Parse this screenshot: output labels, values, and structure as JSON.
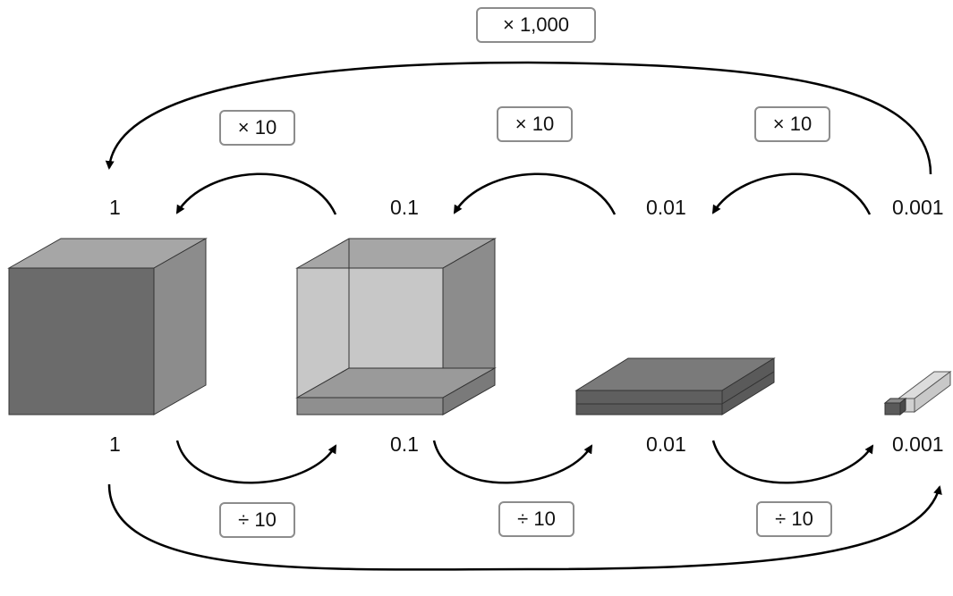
{
  "top_labels": [
    "1",
    "0.1",
    "0.01",
    "0.001"
  ],
  "bottom_labels": [
    "1",
    "0.1",
    "0.01",
    "0.001"
  ],
  "multiply_big": "× 1,000",
  "multiply_small": [
    "× 10",
    "× 10",
    "× 10"
  ],
  "divide_small": [
    "÷ 10",
    "÷ 10",
    "÷ 10"
  ],
  "colors": {
    "stroke": "#000000",
    "box_border": "#8c8c8c",
    "cube_front": "#6b6b6b",
    "cube_top": "#a6a6a6",
    "cube_side": "#8c8c8c"
  }
}
